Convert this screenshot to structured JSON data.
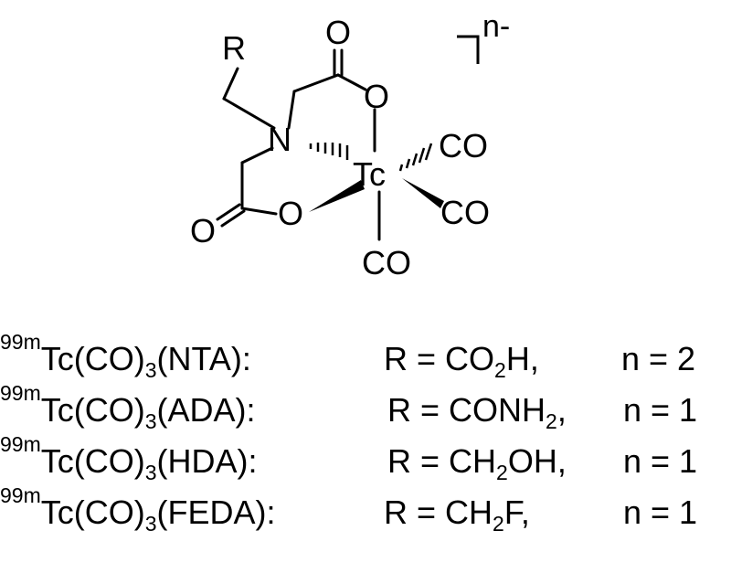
{
  "structure": {
    "metal": "Tc",
    "atoms": {
      "r_group": "R",
      "nitrogen": "N",
      "oxygen_top": "O",
      "carbonyl_o_top": "O",
      "oxygen_left": "O",
      "carbonyl_o_left": "O",
      "co_upper_right": "CO",
      "co_lower_right": "CO",
      "co_bottom": "CO"
    },
    "charge": "n-"
  },
  "compounds": [
    {
      "iso": "99m",
      "name_pre": "Tc(CO)",
      "name_sub": "3",
      "name_post": "(NTA):",
      "r_pre": "R = CO",
      "r_sub": "2",
      "r_post": "H,",
      "n": "n = 2"
    },
    {
      "iso": "99m",
      "name_pre": "Tc(CO)",
      "name_sub": "3",
      "name_post": "(ADA):",
      "r_pre": "R = CONH",
      "r_sub": "2",
      "r_post": ",",
      "n": "n = 1"
    },
    {
      "iso": "99m",
      "name_pre": "Tc(CO)",
      "name_sub": "3",
      "name_post": "(HDA):",
      "r_pre": "R = CH",
      "r_sub": "2",
      "r_post": "OH,",
      "n": "n = 1"
    },
    {
      "iso": "99m",
      "name_pre": "Tc(CO)",
      "name_sub": "3",
      "name_post": "(FEDA):",
      "r_pre": "R = CH",
      "r_sub": "2",
      "r_post": "F,",
      "n": "n = 1"
    }
  ]
}
